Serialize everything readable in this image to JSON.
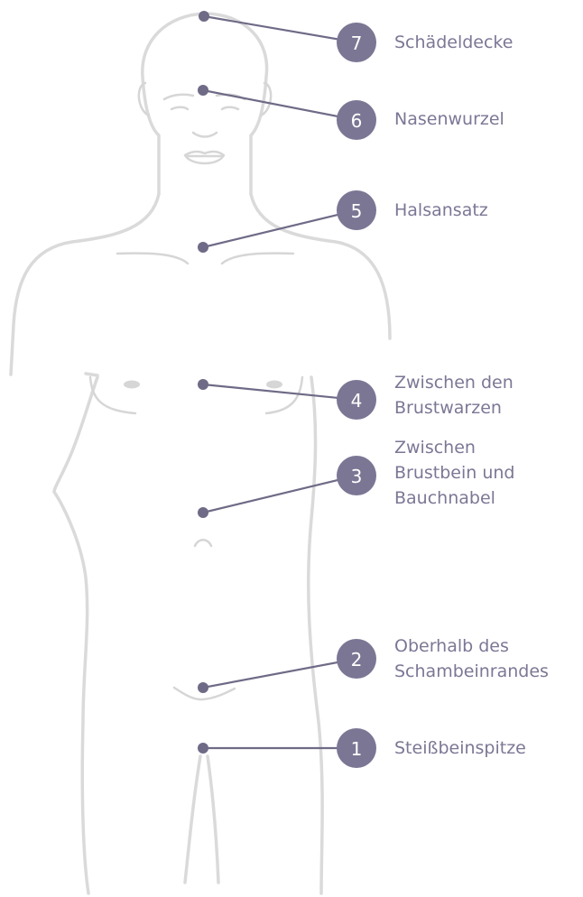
{
  "accent_color": "#7b7694",
  "body_outline_color": "#dadada",
  "points": [
    {
      "number": "7",
      "label": "Schädeldecke"
    },
    {
      "number": "6",
      "label": "Nasenwurzel"
    },
    {
      "number": "5",
      "label": "Halsansatz"
    },
    {
      "number": "4",
      "label": "Zwischen den\nBrustwarzen"
    },
    {
      "number": "3",
      "label": "Zwischen\nBrustbein und\nBauchnabel"
    },
    {
      "number": "2",
      "label": "Oberhalb des\nSchambeinrandes"
    },
    {
      "number": "1",
      "label": "Steißbeinspitze"
    }
  ]
}
